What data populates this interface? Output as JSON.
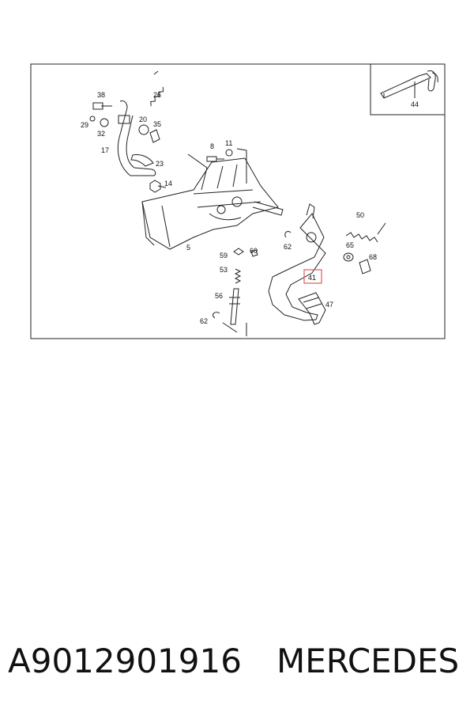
{
  "diagram": {
    "callouts": [
      "38",
      "26",
      "29",
      "32",
      "20",
      "35",
      "17",
      "23",
      "8",
      "11",
      "14",
      "5",
      "59",
      "60",
      "62",
      "53",
      "56",
      "62",
      "50",
      "65",
      "68",
      "41",
      "47",
      "44"
    ],
    "highlight_label": "41",
    "highlight_color": "#e05a5a",
    "inset_label": "44"
  },
  "footer": {
    "part_number": "A9012901916",
    "brand": "MERCEDES"
  }
}
